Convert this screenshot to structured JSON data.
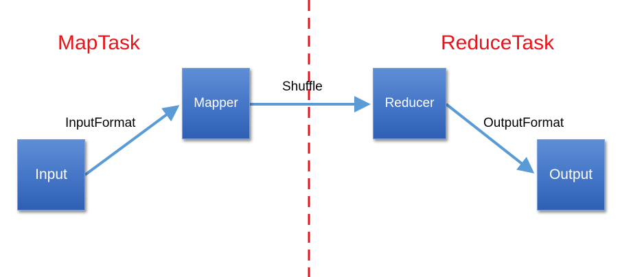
{
  "sections": {
    "map": "MapTask",
    "reduce": "ReduceTask"
  },
  "nodes": {
    "input": "Input",
    "mapper": "Mapper",
    "reducer": "Reducer",
    "output": "Output"
  },
  "edges": {
    "input_format": "InputFormat",
    "shuffle": "Shuffle",
    "output_format": "OutputFormat"
  },
  "colors": {
    "section_title": "#e8141b",
    "divider": "#e8141b",
    "arrow": "#5b9bd5",
    "node_fill": "#4677c8"
  }
}
